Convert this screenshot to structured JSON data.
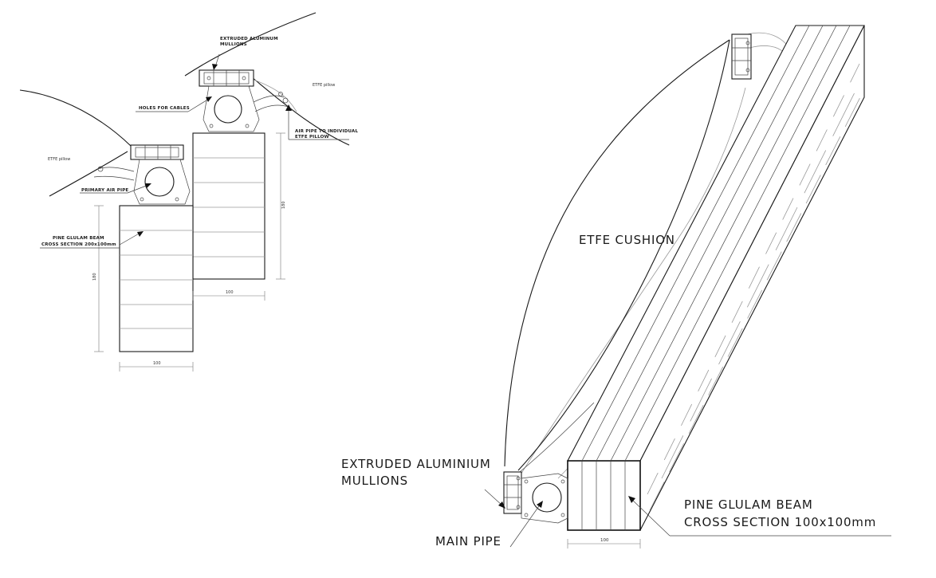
{
  "left_detail": {
    "mullion_label_line1": "EXTRUDED ALUMINUM",
    "mullion_label_line2": "MULLIONS",
    "etfe_pillow_right": "ETFE pillow",
    "holes_for_cables": "HOLES FOR CABLES",
    "air_pipe_line1": "AIR PIPE TO INDIVIDUAL",
    "air_pipe_line2": "ETFE PILLOW",
    "etfe_pillow_left": "ETFE pillow",
    "primary_air_pipe": "PRIMARY AIR PIPE",
    "beam_label_line1": "PINE GLULAM BEAM",
    "beam_label_line2": "CROSS SECTION 200x100mm",
    "dim_height_right": "180",
    "dim_height_left": "180",
    "dim_width_right": "100",
    "dim_width_left": "100"
  },
  "right_detail": {
    "etfe_cushion": "ETFE CUSHION",
    "mullion_label_line1": "EXTRUDED ALUMINIUM",
    "mullion_label_line2": "MULLIONS",
    "main_pipe": "MAIN PIPE",
    "beam_label_line1": "PINE GLULAM BEAM",
    "beam_label_line2": "CROSS SECTION 100x100mm",
    "dim_width": "100"
  }
}
